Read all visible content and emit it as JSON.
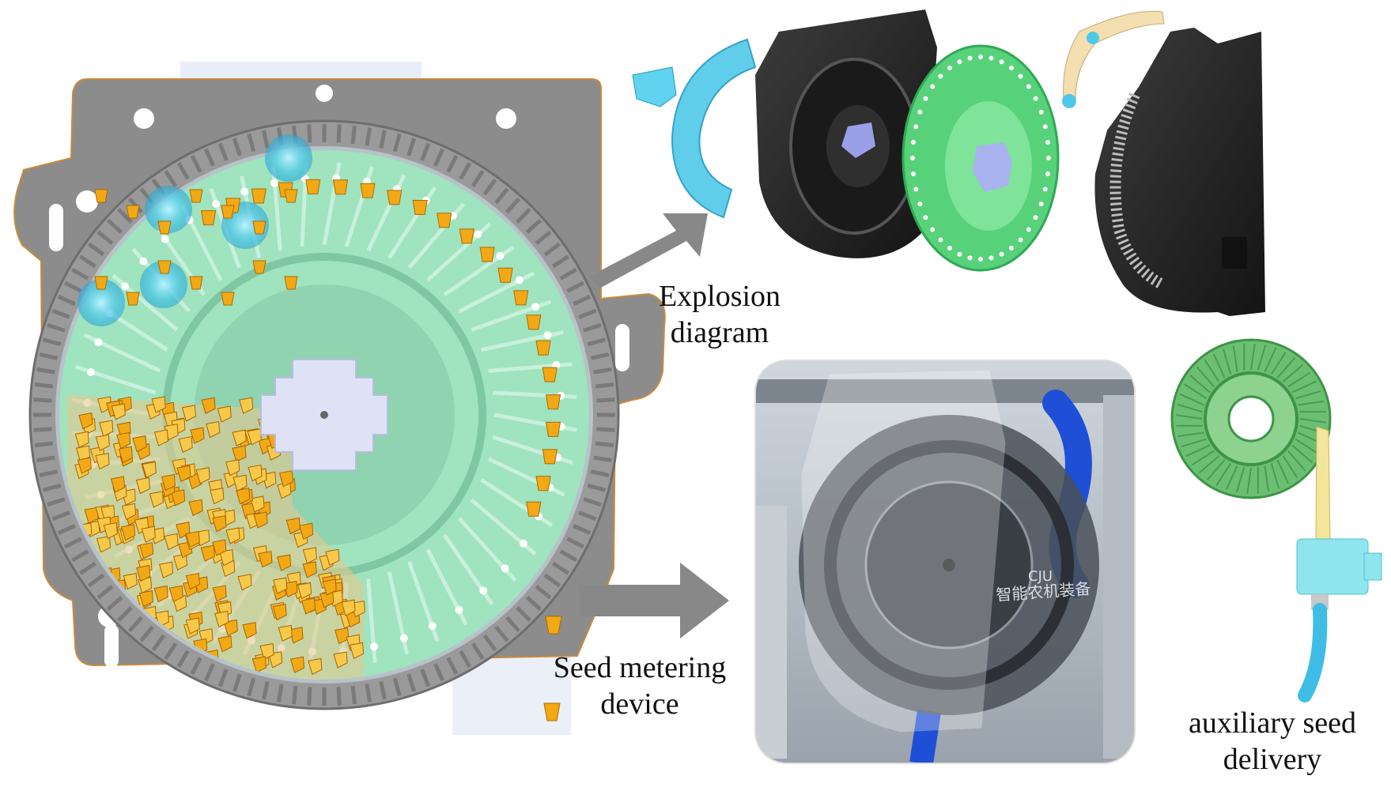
{
  "labels": {
    "explosion": [
      "Explosion",
      "diagram"
    ],
    "seed_metering": [
      "Seed metering",
      "device"
    ],
    "auxiliary": [
      "auxiliary seed",
      "delivery"
    ]
  },
  "photo_text": {
    "line1": "智能农机装备",
    "line2": "CJU"
  },
  "colors": {
    "housing_gray": "#8c8c8c",
    "disc_green": "#9fe3bf",
    "seed_gold": "#f2a915",
    "cover_blue": "#4fc8e8",
    "housing_black": "#2a2a2a",
    "arrow_gray": "#888888"
  }
}
